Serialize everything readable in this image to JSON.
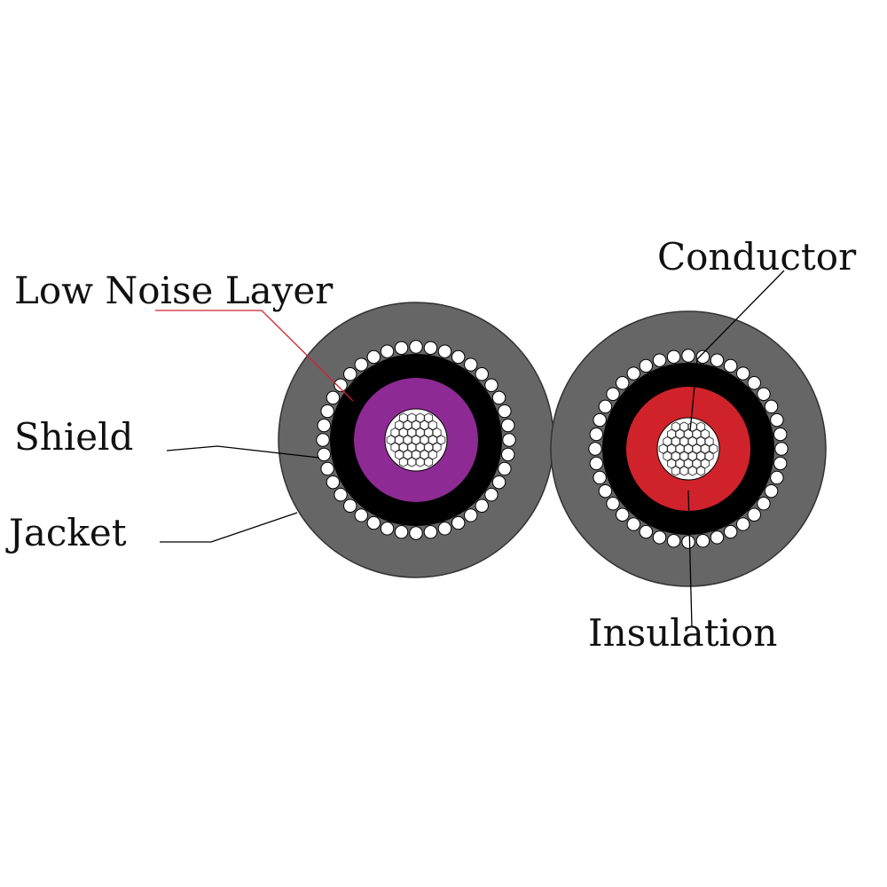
{
  "labels": {
    "low_noise_layer": "Low Noise Layer",
    "shield": "Shield",
    "jacket": "Jacket",
    "conductor": "Conductor",
    "insulation": "Insulation"
  },
  "colors": {
    "jacket": "#666666",
    "shield_strand": "#ffffff",
    "low_noise_layer": "#000000",
    "insulation_left": "#8e2a94",
    "insulation_right": "#d0222a",
    "conductor": "#ffffff",
    "leader_red": "#d0222a",
    "leader_black": "#000000"
  },
  "cables": [
    {
      "name": "left-cable",
      "insulation_color": "#8e2a94",
      "shield_strand_count": 40
    },
    {
      "name": "right-cable",
      "insulation_color": "#d0222a",
      "shield_strand_count": 40
    }
  ],
  "icons": {
    "conductor_pattern": "hexagon-strands-icon"
  }
}
